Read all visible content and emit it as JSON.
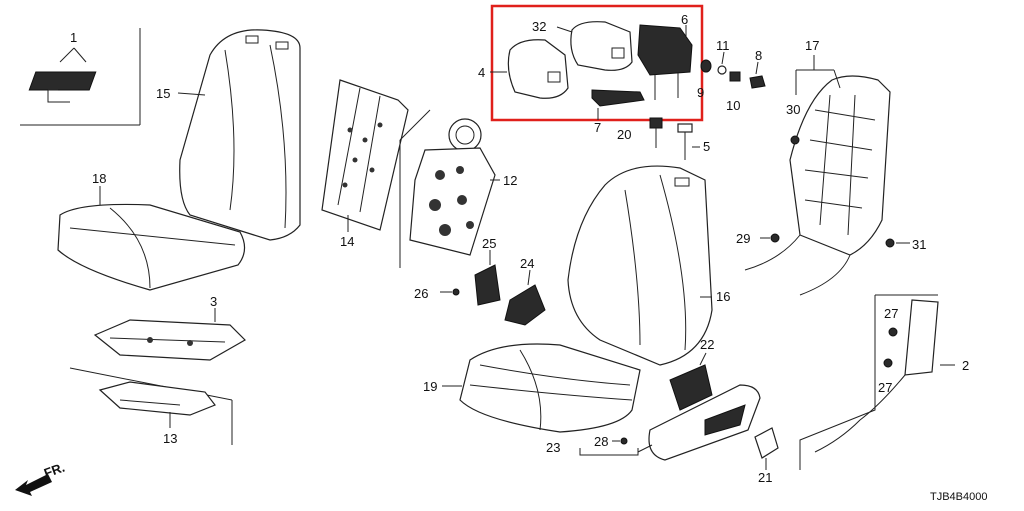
{
  "callouts": {
    "c1": "1",
    "c2": "2",
    "c3": "3",
    "c4": "4",
    "c5": "5",
    "c6": "6",
    "c7": "7",
    "c8": "8",
    "c9": "9",
    "c10": "10",
    "c11": "11",
    "c12": "12",
    "c13": "13",
    "c14": "14",
    "c15": "15",
    "c16": "16",
    "c17": "17",
    "c18": "18",
    "c19": "19",
    "c20": "20",
    "c21": "21",
    "c22": "22",
    "c23": "23",
    "c24": "24",
    "c25": "25",
    "c26": "26",
    "c27a": "27",
    "c27b": "27",
    "c28": "28",
    "c29": "29",
    "c30": "30",
    "c31": "31",
    "c32": "32"
  },
  "direction": "FR.",
  "diagram_code": "TJB4B4000",
  "highlight_color": "#e0201b"
}
